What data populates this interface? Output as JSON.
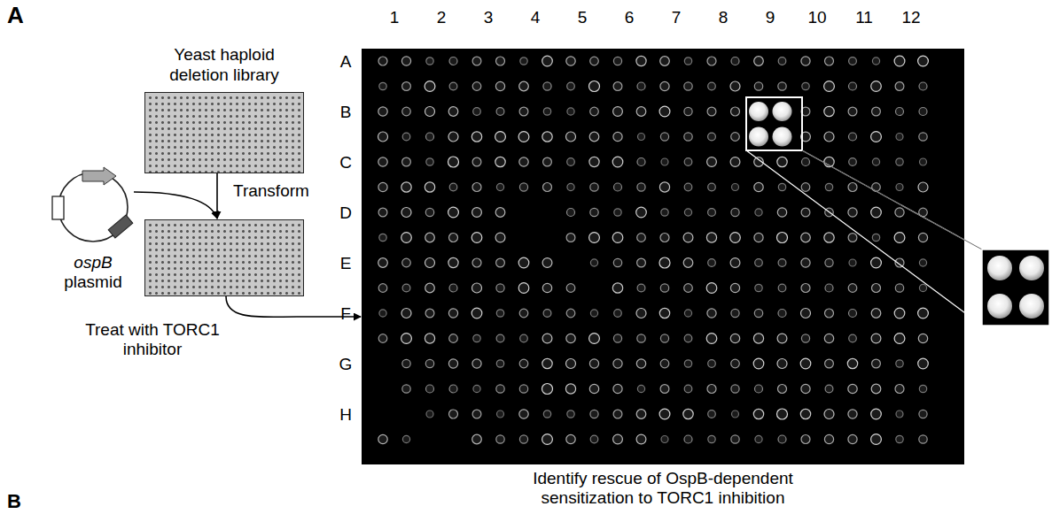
{
  "diagram": {
    "nodes": [
      {
        "text": [
          "Yeast haploid deletion library"
        ]
      },
      {
        "text": [
          "ospB",
          "plasmid"
        ]
      },
      {
        "text": [
          "Treat with TORC1 inhibitor"
        ]
      },
      {
        "text": [
          "Identify rescue of OspB-dependent sensitization to TORC1 inhibition"
        ]
      }
    ],
    "edges": [
      {
        "from": 0,
        "to": 2,
        "label": "Transform",
        "arrow": "to"
      },
      {
        "from": 1,
        "to": 2,
        "arrow": "to"
      },
      {
        "from": 2,
        "to": 3,
        "arrow": "to"
      }
    ],
    "labels": [
      "A",
      "1",
      "2",
      "3",
      "4",
      "5",
      "6",
      "7",
      "8",
      "9",
      "10",
      "11",
      "12",
      "A",
      "B",
      "C",
      "D",
      "E",
      "F",
      "G",
      "H",
      "B"
    ]
  }
}
